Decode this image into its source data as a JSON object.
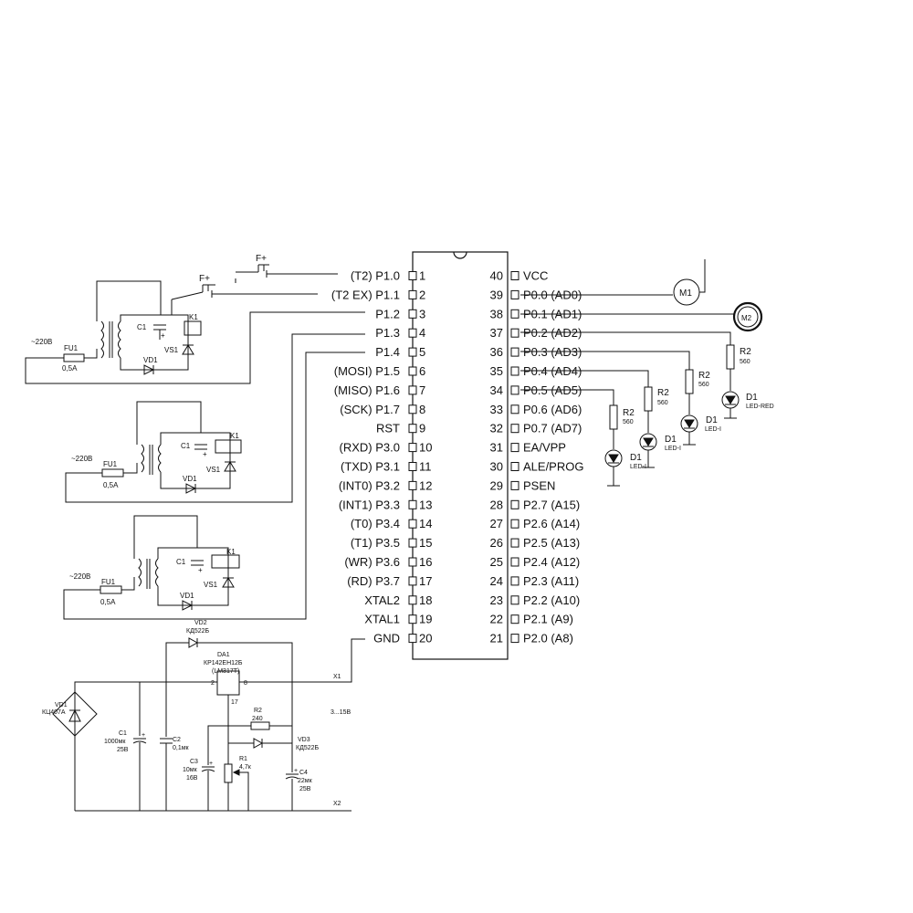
{
  "chip": {
    "left_pins": [
      {
        "num": "1",
        "label": "(T2) P1.0"
      },
      {
        "num": "2",
        "label": "(T2 EX) P1.1"
      },
      {
        "num": "3",
        "label": "P1.2"
      },
      {
        "num": "4",
        "label": "P1.3"
      },
      {
        "num": "5",
        "label": "P1.4"
      },
      {
        "num": "6",
        "label": "(MOSI) P1.5"
      },
      {
        "num": "7",
        "label": "(MISO) P1.6"
      },
      {
        "num": "8",
        "label": "(SCK) P1.7"
      },
      {
        "num": "9",
        "label": "RST"
      },
      {
        "num": "10",
        "label": "(RXD) P3.0"
      },
      {
        "num": "11",
        "label": "(TXD) P3.1"
      },
      {
        "num": "12",
        "label": "(INT0) P3.2"
      },
      {
        "num": "13",
        "label": "(INT1) P3.3"
      },
      {
        "num": "14",
        "label": "(T0) P3.4"
      },
      {
        "num": "15",
        "label": "(T1) P3.5"
      },
      {
        "num": "16",
        "label": "(WR) P3.6"
      },
      {
        "num": "17",
        "label": "(RD) P3.7"
      },
      {
        "num": "18",
        "label": "XTAL2"
      },
      {
        "num": "19",
        "label": "XTAL1"
      },
      {
        "num": "20",
        "label": "GND"
      }
    ],
    "right_pins": [
      {
        "num": "40",
        "label": "VCC"
      },
      {
        "num": "39",
        "label": "P0.0 (AD0)"
      },
      {
        "num": "38",
        "label": "P0.1 (AD1)"
      },
      {
        "num": "37",
        "label": "P0.2 (AD2)"
      },
      {
        "num": "36",
        "label": "P0.3 (AD3)"
      },
      {
        "num": "35",
        "label": "P0.4 (AD4)"
      },
      {
        "num": "34",
        "label": "P0.5 (AD5)"
      },
      {
        "num": "33",
        "label": "P0.6 (AD6)"
      },
      {
        "num": "32",
        "label": "P0.7 (AD7)"
      },
      {
        "num": "31",
        "label": "EA/VPP"
      },
      {
        "num": "30",
        "label": "ALE/PROG"
      },
      {
        "num": "29",
        "label": "PSEN"
      },
      {
        "num": "28",
        "label": "P2.7 (A15)"
      },
      {
        "num": "27",
        "label": "P2.6 (A14)"
      },
      {
        "num": "26",
        "label": "P2.5 (A13)"
      },
      {
        "num": "25",
        "label": "P2.4 (A12)"
      },
      {
        "num": "24",
        "label": "P2.3 (A11)"
      },
      {
        "num": "23",
        "label": "P2.2 (A10)"
      },
      {
        "num": "22",
        "label": "P2.1 (A9)"
      },
      {
        "num": "21",
        "label": "P2.0 (A8)"
      }
    ]
  },
  "switches": {
    "sw1": "F+",
    "sw2": "F+"
  },
  "motors": {
    "m1": "M1",
    "m2": "M2"
  },
  "relay_circuit": {
    "mains": "~220B",
    "fuse": "FU1",
    "fuse_rating": "0,5A",
    "cap": "C1",
    "relay": "K1",
    "diode": "VD1",
    "thyristor": "VS1",
    "plus": "+"
  },
  "leds": {
    "resistor": "R2",
    "resistor_value": "560",
    "led": "D1",
    "led_red": "LED-RED",
    "led_generic": "LED-I"
  },
  "power_supply": {
    "vd2": "VD2",
    "vd2_type": "КД522Б",
    "da1": "DA1",
    "da1_type": "КР142ЕН12Б",
    "da1_alt": "(LM317T)",
    "pin2": "2",
    "pin8": "8",
    "pin17": "17",
    "x1": "X1",
    "x2": "X2",
    "out_range": "3...15В",
    "vd1": "VD1",
    "vd1_type": "КЦ407А",
    "c1": "C1",
    "c1_val": "1000мк",
    "c1_v": "25В",
    "c2": "C2",
    "c2_val": "0,1мк",
    "r2": "R2",
    "r2_val": "240",
    "vd3": "VD3",
    "vd3_type": "КД522Б",
    "c3": "C3",
    "c3_val": "10мк",
    "c3_v": "16В",
    "r1": "R1",
    "r1_val": "4,7к",
    "c4": "C4",
    "c4_val": "22мк",
    "c4_v": "25В",
    "plus": "+"
  }
}
